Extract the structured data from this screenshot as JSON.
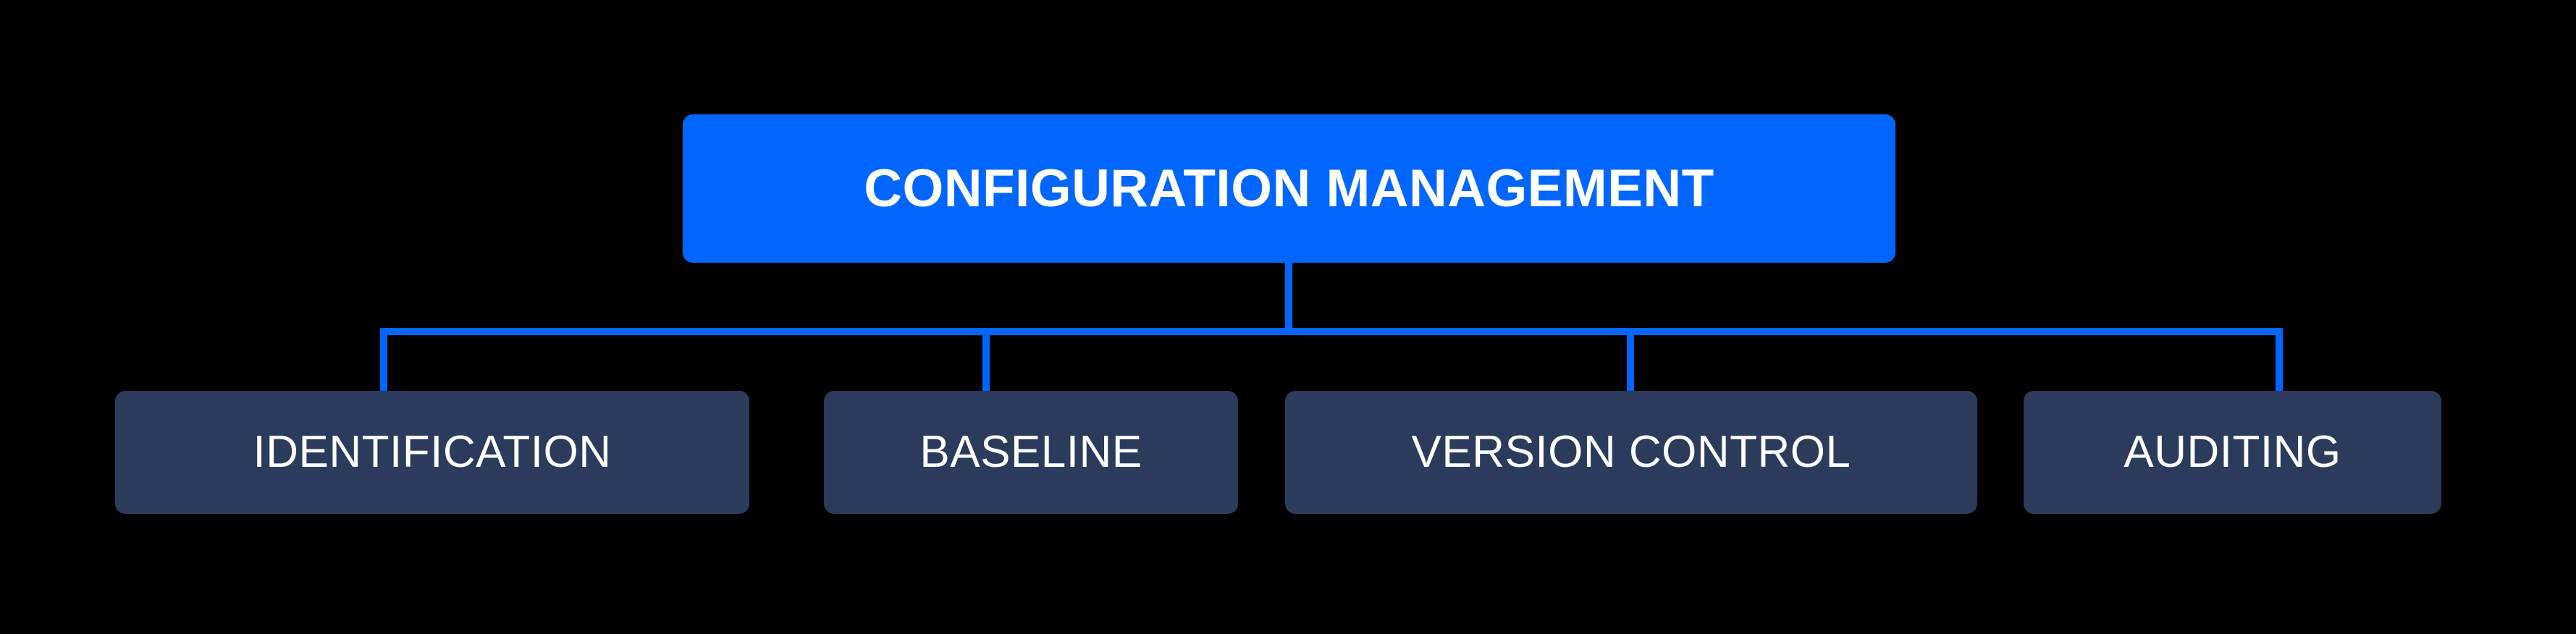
{
  "diagram": {
    "type": "hierarchy-tree",
    "background_color": "#000000",
    "root": {
      "label": "CONFIGURATION MANAGEMENT",
      "fill_color": "#0066ff",
      "text_color": "#ffffff"
    },
    "connector": {
      "color": "#0066ff",
      "style": "orthogonal-bus"
    },
    "children": [
      {
        "label": "IDENTIFICATION",
        "fill_color": "#2a3b5c",
        "text_color": "#ffffff"
      },
      {
        "label": "BASELINE",
        "fill_color": "#2a3b5c",
        "text_color": "#ffffff"
      },
      {
        "label": "VERSION CONTROL",
        "fill_color": "#2a3b5c",
        "text_color": "#ffffff"
      },
      {
        "label": "AUDITING",
        "fill_color": "#2a3b5c",
        "text_color": "#ffffff"
      }
    ]
  }
}
